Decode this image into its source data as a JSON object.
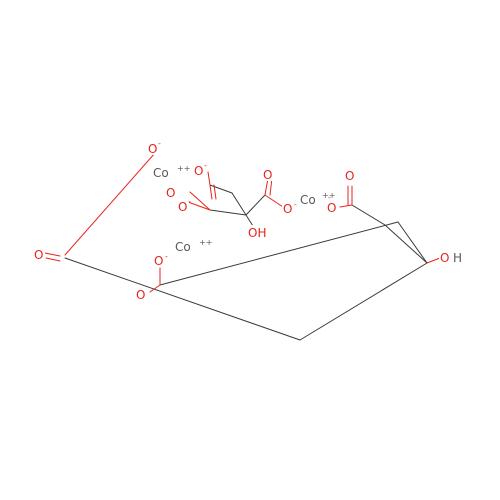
{
  "atoms": {
    "co_1": {
      "symbol": "Co",
      "charge": "++"
    },
    "co_2": {
      "symbol": "Co",
      "charge": "++"
    },
    "co_3": {
      "symbol": "Co",
      "charge": "++"
    },
    "o_minus_top": {
      "symbol": "O",
      "charge": "-"
    },
    "o_minus_a": {
      "symbol": "O",
      "charge": "-"
    },
    "o_minus_b": {
      "symbol": "O",
      "charge": "-"
    },
    "o_minus_c": {
      "symbol": "O",
      "charge": "-"
    },
    "o_minus_d": {
      "symbol": "O",
      "charge": "-"
    },
    "o_minus_e": {
      "symbol": "O",
      "charge": "-"
    },
    "o_plain_1": {
      "symbol": "O"
    },
    "o_plain_2": {
      "symbol": "O"
    },
    "o_plain_3": {
      "symbol": "O"
    },
    "o_plain_4": {
      "symbol": "O"
    },
    "o_plain_5": {
      "symbol": "O"
    },
    "oh_1": {
      "symbol": "OH"
    },
    "oh_2_o": {
      "symbol": "O"
    },
    "oh_2_h": {
      "symbol": "H"
    }
  },
  "colors": {
    "oxygen": "#e8231b",
    "cobalt": "#5a5a5a",
    "bond": "#3a3a3a"
  }
}
